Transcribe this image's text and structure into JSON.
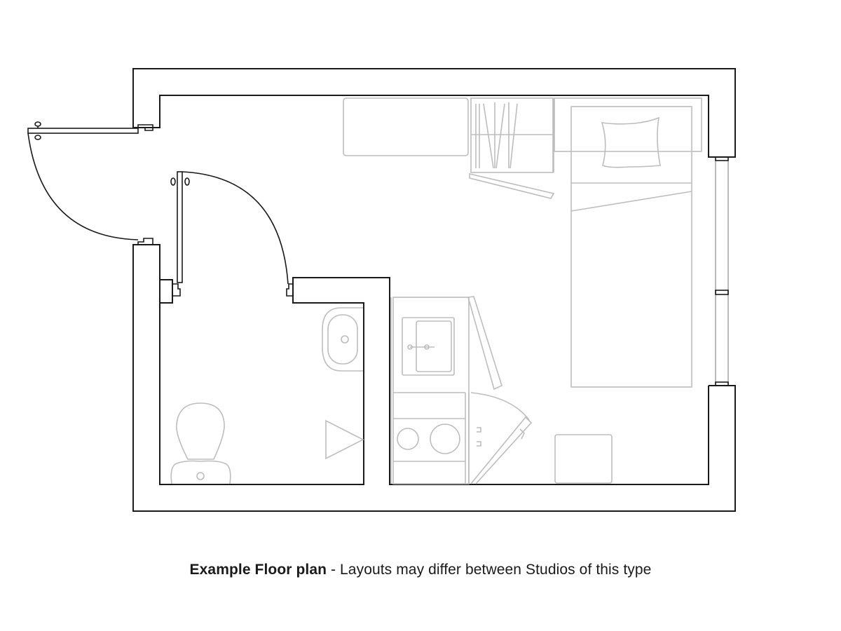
{
  "caption": {
    "title": "Example Floor plan",
    "separator": " - ",
    "subtitle": "Layouts may differ between Studios of this type"
  },
  "plan": {
    "type": "studio-floor-plan",
    "rooms": [
      "entrance",
      "bathroom",
      "kitchenette",
      "bedroom-living"
    ],
    "fixtures": {
      "bathroom": [
        "toilet",
        "wash-basin",
        "shower-tray"
      ],
      "kitchenette": [
        "sink",
        "hob-two-ring",
        "fridge-door",
        "wall-cupboard-door"
      ],
      "living": [
        "desk",
        "shelving-unit",
        "single-bed",
        "pillow",
        "stool",
        "window"
      ]
    },
    "colors": {
      "walls": "#1a1a1a",
      "furniture": "#bdbdbd",
      "background": "#ffffff"
    }
  }
}
